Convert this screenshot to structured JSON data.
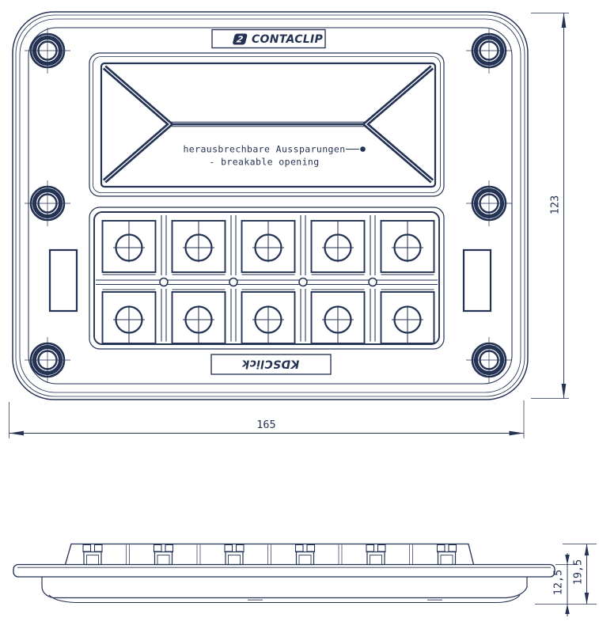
{
  "colors": {
    "line": "#243253",
    "background": "#ffffff"
  },
  "top_view": {
    "logo_top": {
      "glyph": "2",
      "text": "CONTACLIP"
    },
    "logo_bottom": {
      "text": "KDSClick"
    },
    "annotation_line1": "herausbrechbare Aussparungen",
    "annotation_line2": "- breakable opening",
    "screw_count": 6,
    "terminal_rows": 2,
    "terminal_cols": 5
  },
  "dimensions": {
    "overall_width": "165",
    "overall_height": "123",
    "side_view_lower_height": "12,5",
    "side_view_total_height": "19,5"
  }
}
